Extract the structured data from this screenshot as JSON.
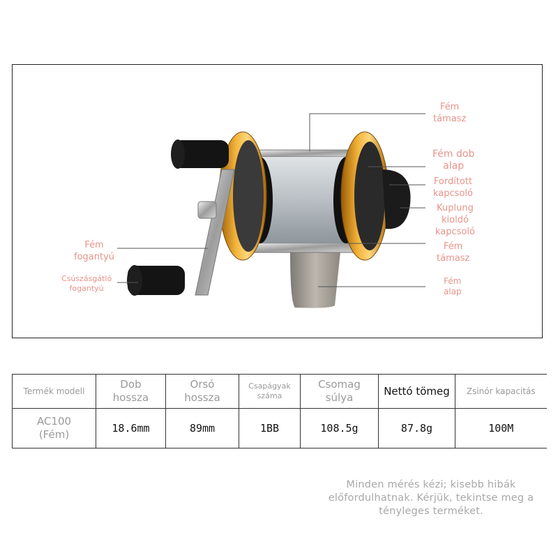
{
  "callouts": {
    "metal_support_top": "Fém\ntámasz",
    "metal_drum_base": "Fém dob\nalap",
    "reverse_switch": "Fordított\nkapcsoló",
    "clutch_release": "Kuplung\nkioldó\nkapcsoló",
    "metal_support_bottom": "Fém\ntámasz",
    "metal_base": "Fém\nalap",
    "metal_handle": "Fém\nfogantyú",
    "anti_slip_handle": "Csúszásgátló\nfogantyú"
  },
  "table": {
    "headers": [
      "Termék modell",
      "Dob\nhossza",
      "Orsó\nhossza",
      "Csapágyak\nszáma",
      "Csomag\nsúlya",
      "Nettó tömeg",
      "Zsinór kapacitás"
    ],
    "values": [
      "AC100\n(Fém)",
      "18.6mm",
      "89mm",
      "1BB",
      "108.5g",
      "87.8g",
      "100M"
    ]
  },
  "note": "Minden mérés kézi; kisebb hibák előfordulhatnak. Kérjük, tekintse meg a tényleges terméket.",
  "colors": {
    "callout_text": "#e8938a",
    "reel_gold": "#e59a1c",
    "line_color": "#555555"
  }
}
